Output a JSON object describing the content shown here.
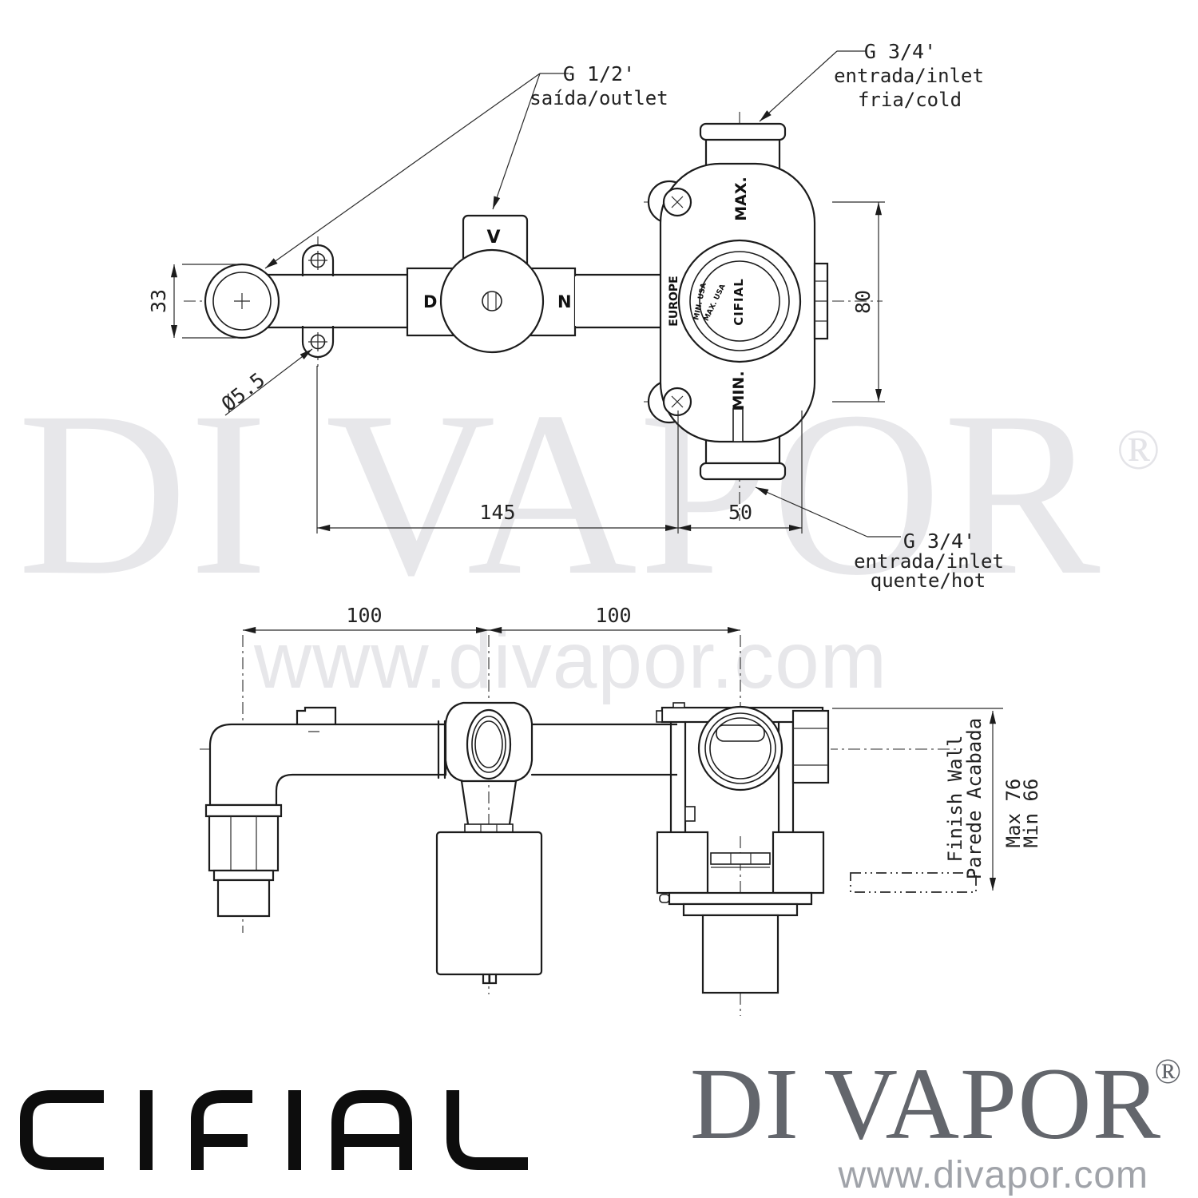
{
  "watermark": {
    "brand": "DI VAPOR",
    "registered": "®",
    "url": "www.divapor.com"
  },
  "footer": {
    "cifial_logo": "CIFIAL",
    "brand": "DI VAPOR",
    "registered": "®",
    "url": "www.divapor.com"
  },
  "top_view": {
    "labels": {
      "outlet_size": "G 1/2'",
      "outlet_name": "saída/outlet",
      "cold_size": "G 3/4'",
      "cold_name": "entrada/inlet",
      "cold_type": "fria/cold",
      "hot_size": "G 3/4'",
      "hot_name": "entrada/inlet",
      "hot_type": "quente/hot",
      "diverter_left": "D",
      "diverter_top": "V",
      "diverter_right": "N",
      "max": "MAX.",
      "min": "MIN.",
      "region": "EUROPE",
      "brand": "CIFIAL",
      "min_usa": "MIN. USA",
      "max_usa": "MAX. USA"
    },
    "dims": {
      "outlet_diameter": "33",
      "screw_hole": "Ø5.5",
      "cartridge_height": "80",
      "outlet_to_screws": "145",
      "screws_to_face": "50"
    }
  },
  "front_view": {
    "dims": {
      "spacing_left": "100",
      "spacing_right": "100",
      "wall_label_en": "Finish Wall",
      "wall_label_pt": "Parede Acabada",
      "wall_max": "Max 76",
      "wall_min": "Min 66"
    }
  }
}
